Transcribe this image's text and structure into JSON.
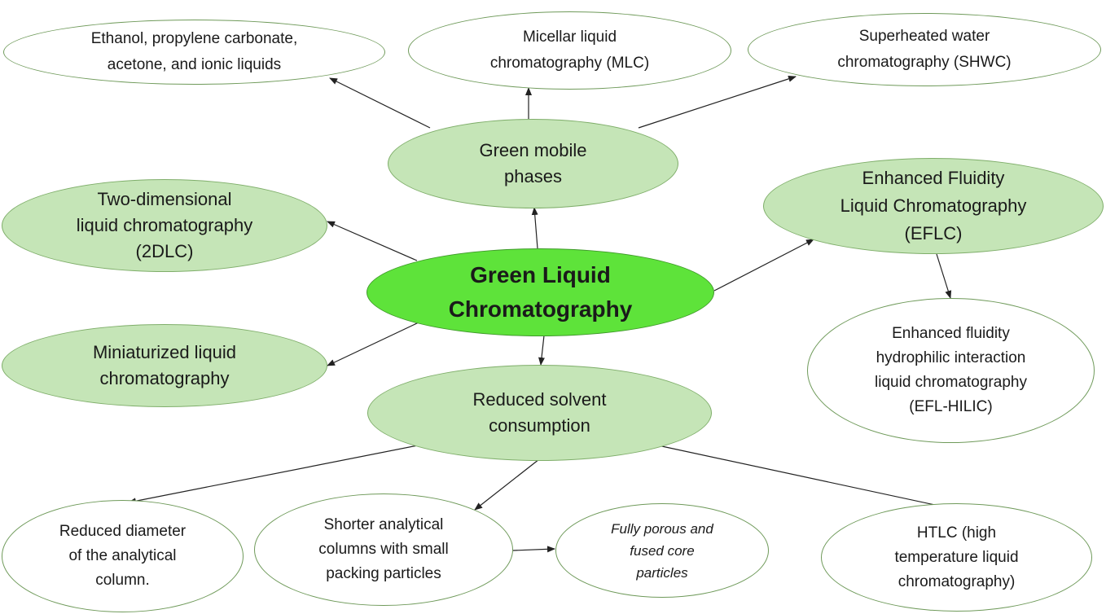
{
  "center": {
    "label_1": "Green Liquid",
    "label_2": "Chromatography"
  },
  "mobile_phases": {
    "label_1": "Green mobile",
    "label_2": "phases"
  },
  "solvents": {
    "label_1": "Ethanol, propylene carbonate,",
    "label_2": "acetone, and ionic liquids"
  },
  "mlc": {
    "label_1": "Micellar liquid",
    "label_2": "chromatography (MLC)"
  },
  "shwc": {
    "label_1": "Superheated water",
    "label_2": "chromatography (SHWC)"
  },
  "twod": {
    "label_1": "Two-dimensional",
    "label_2": "liquid chromatography",
    "label_3": "(2DLC)"
  },
  "efl": {
    "label_1": "Enhanced Fluidity",
    "label_2": "Liquid Chromatography",
    "label_3": "(EFLC)"
  },
  "mini": {
    "label_1": "Miniaturized liquid",
    "label_2": "chromatography"
  },
  "efl_hilic": {
    "label_1": "Enhanced fluidity",
    "label_2": "hydrophilic interaction",
    "label_3": "liquid chromatography",
    "label_4": "(EFL-HILIC)"
  },
  "reduced": {
    "label_1": "Reduced solvent",
    "label_2": "consumption"
  },
  "diameter": {
    "label_1": "Reduced diameter",
    "label_2": "of the analytical",
    "label_3": "column."
  },
  "shorter": {
    "label_1": "Shorter analytical",
    "label_2": "columns with small",
    "label_3": "packing particles"
  },
  "porous": {
    "label_1": "Fully porous and",
    "label_2": "fused core",
    "label_3": "particles"
  },
  "htlc": {
    "label_1": "HTLC (high",
    "label_2": "temperature liquid",
    "label_3": "chromatography)"
  },
  "colors": {
    "core_fill": "#5ee33a",
    "node_fill": "#c5e5b7",
    "leaf_fill": "#ffffff",
    "arrow": "#222222"
  }
}
